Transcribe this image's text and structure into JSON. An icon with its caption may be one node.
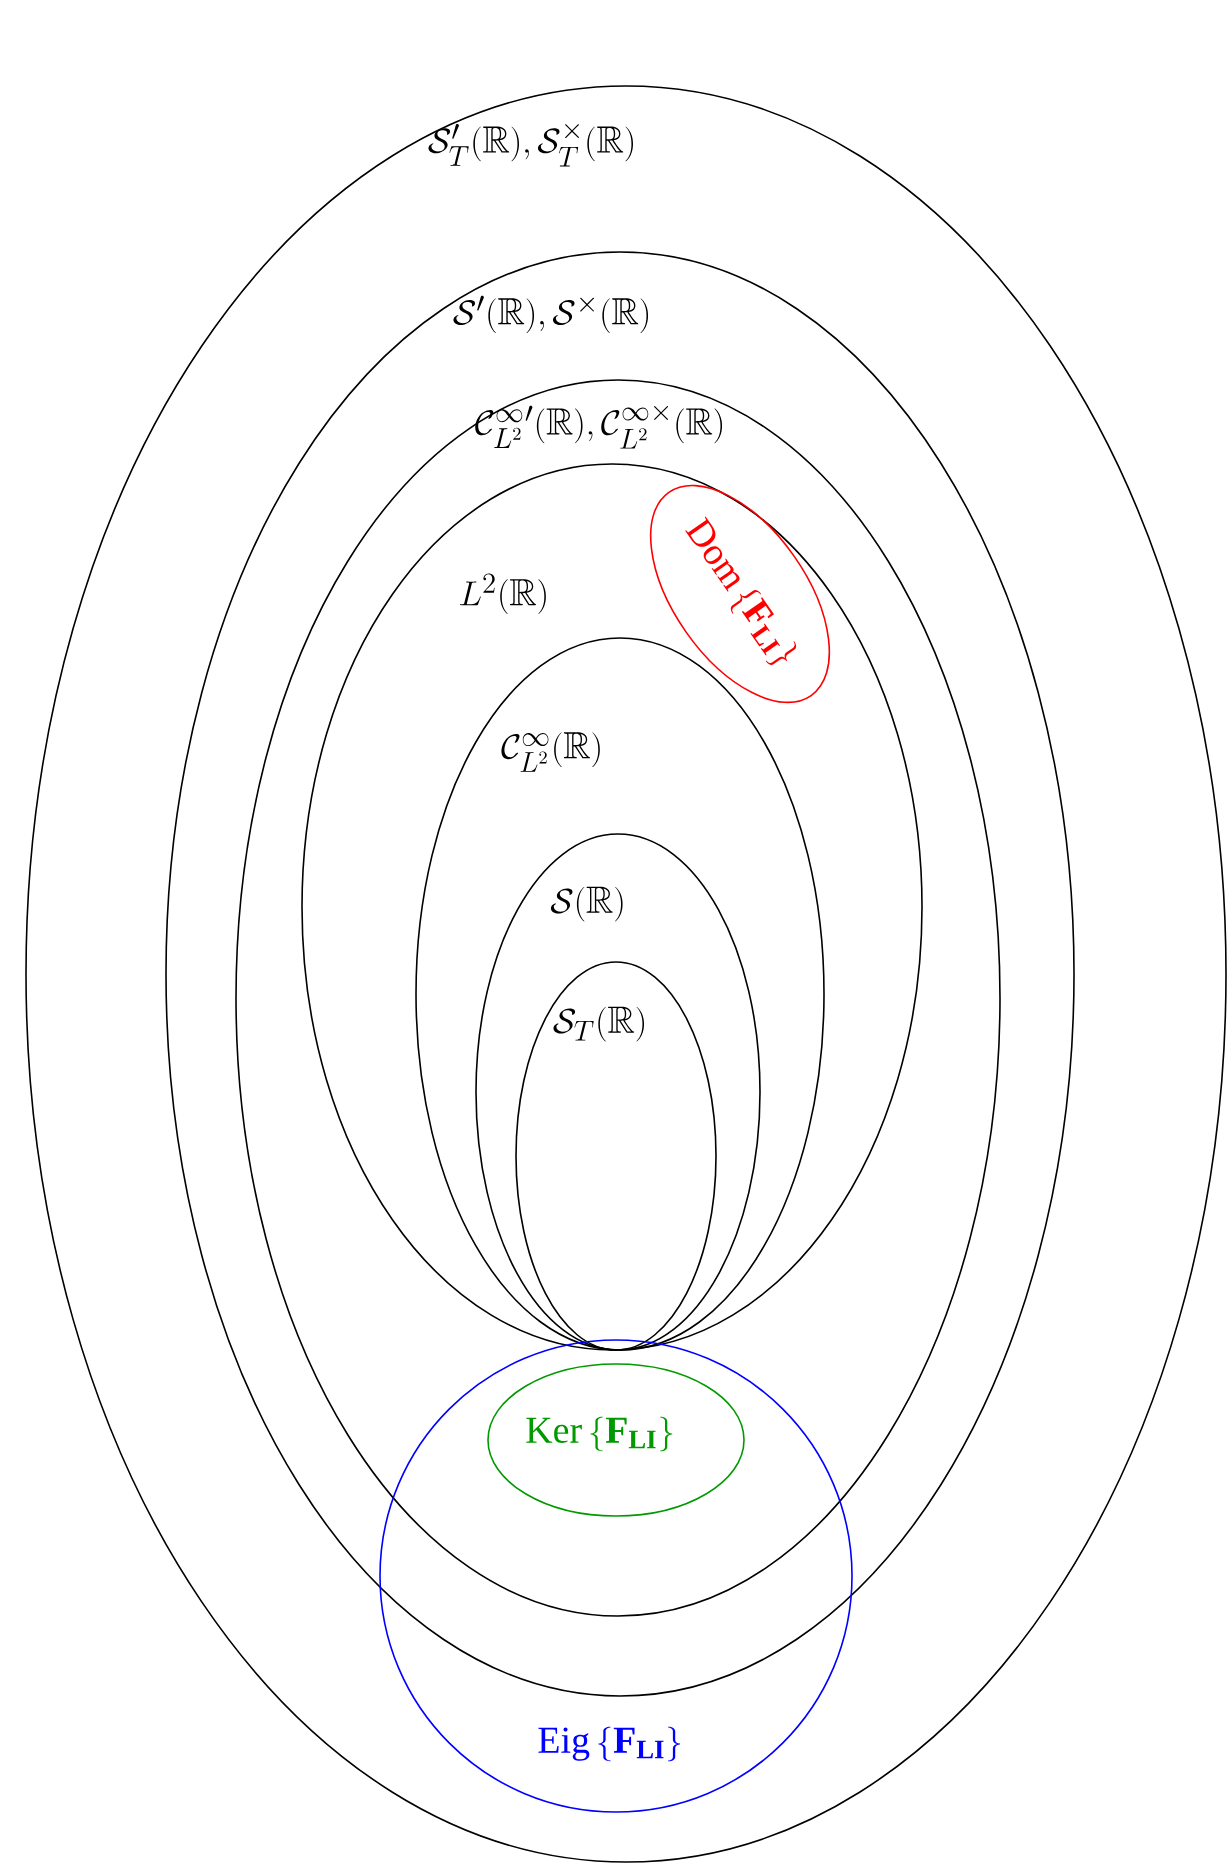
{
  "diagram": {
    "nodes": [
      {
        "text": [
          "\\mathcal{S}'_T(\\mathbb{R}),\\mathcal{S}^\\times_T(\\mathbb{R})"
        ]
      },
      {
        "text": [
          "\\mathcal{S}'(\\mathbb{R}),\\mathcal{S}^\\times(\\mathbb{R})"
        ],
        "in": 0
      },
      {
        "text": [
          "\\mathcal{C}^\\infty_{L^2}{}'(\\mathbb{R}),\\mathcal{C}^{\\infty\\times}_{L^2}(\\mathbb{R})"
        ],
        "in": 1
      },
      {
        "text": [
          "L^2(\\mathbb{R})"
        ],
        "in": 2
      },
      {
        "text": [
          "\\mathcal{C}^\\infty_{L^2}(\\mathbb{R})"
        ],
        "in": 3
      },
      {
        "text": [
          "\\mathcal{S}(\\mathbb{R})"
        ],
        "in": 4
      },
      {
        "text": [
          "\\mathcal{S}_T(\\mathbb{R})"
        ],
        "in": 5
      },
      {
        "text": [
          "\\mathrm{Dom}\\left\\{\\mathbf{F}_{\\mathbf{LI}}\\right\\}"
        ],
        "in": 3
      },
      {
        "text": [
          "\\mathrm{Eig}\\left\\{\\mathbf{F}_{\\mathbf{LI}}\\right\\}"
        ],
        "in": 0
      },
      {
        "text": [
          "\\mathrm{Ker}\\left\\{\\mathbf{F}_{\\mathbf{LI}}\\right\\}"
        ]
      }
    ],
    "edges": []
  }
}
